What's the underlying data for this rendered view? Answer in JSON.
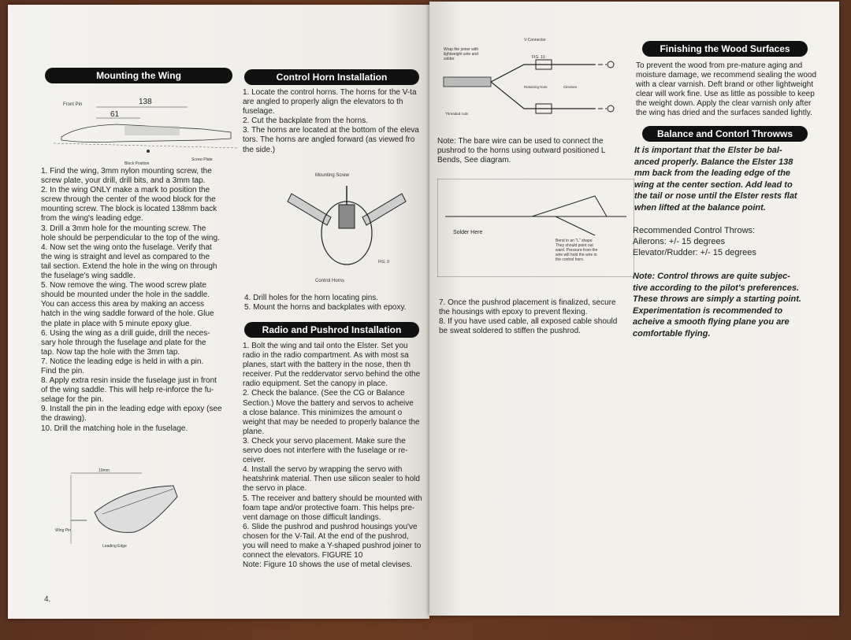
{
  "page_number": "4.",
  "left": {
    "mounting": {
      "heading": "Mounting the Wing",
      "fig_labels": {
        "front_pin": "Front Pin",
        "dim_138": "138",
        "dim_61": "61",
        "block_position": "Block Position",
        "screw_plate": "Screw Plate"
      },
      "text": "1. Find the wing, 3mm nylon mounting screw, the\nscrew plate, your drill, drill bits, and a 3mm tap.\n2. In the wing ONLY make a mark to position the\nscrew through the center of the wood block for the\nmounting screw. The block is located 138mm back\nfrom the wing's leading edge.\n3. Drill a 3mm hole for the mounting screw. The\nhole should be perpendicular to the top of the wing.\n4. Now set the wing onto the fuselage. Verify that\nthe wing is straight and level as compared to the\ntail section. Extend the hole in the wing on through\nthe fuselage's wing saddle.\n5. Now remove the wing. The wood screw plate\nshould be mounted under the hole in the saddle.\nYou can access this area by making an access\nhatch in the wing saddle forward of the hole. Glue\nthe plate in place with 5 minute epoxy glue.\n6. Using the wing as a drill guide, drill the neces-\nsary hole through the fuselage and plate for the\ntap. Now tap the hole with the 3mm tap.\n7. Notice the leading edge is held in with a pin.\nFind the pin.\n8. Apply extra resin inside the fuselage just in front\nof the wing saddle. This will help re-inforce the fu-\nselage for the pin.\n9. Install the pin in the leading edge with epoxy (see\nthe drawing).\n10. Drill the matching hole in the fuselage.",
      "fig2_labels": {
        "dim": "10mm",
        "wing_pin": "Wing Pin",
        "leading_edge": "Leading Edge"
      }
    },
    "control_horn": {
      "heading": "Control Horn Installation",
      "text": "1. Locate the control horns. The horns for the V-ta\nare angled to properly align the elevators to th\nfuselage.\n2. Cut the backplate from the horns.\n3. The horns are located at the bottom of the eleva\ntors. The horns are angled forward (as viewed fro\nthe side.)",
      "fig_labels": {
        "mounting_screw": "Mounting Screw",
        "control_horns": "Control Horns",
        "fig": "FIG. 9"
      },
      "text2": "4. Drill holes for the horn locating pins.\n5. Mount the horns and backplates with epoxy."
    },
    "radio": {
      "heading": "Radio and Pushrod Installation",
      "text": "1. Bolt the wing and tail onto the Elster. Set you\nradio in the radio compartment. As with most sa\nplanes, start with the battery in the nose, then th\nreceiver. Put the reddervator servo behind the othe\nradio equipment. Set the canopy in place.\n2. Check the balance. (See the CG or Balance\nSection.) Move the battery and servos to acheive\na close balance. This minimizes the amount o\nweight that may be needed to properly balance the\nplane.\n3. Check your servo placement. Make sure the\nservo does not interfere with the fuselage or re-\nceiver.\n4. Install the servo by wrapping the servo with\nheatshrink material. Then use silicon sealer to hold\nthe servo in place.\n5. The receiver and battery should be mounted with\nfoam tape and/or protective foam. This helps pre-\nvent damage on those difficult landings.\n6. Slide the pushrod and pushrod housings you've\nchosen for the V-Tail. At the end of the pushrod,\nyou will need to make a Y-shaped pushrod joiner to\nconnect the elevators. FIGURE 10\nNote: Figure 10 shows the use of metal clevises."
    }
  },
  "right": {
    "fig10_labels": {
      "v_connector": "V-Connector",
      "wrap": "Wrap the joiner with\nlightweight wire and\nsolder",
      "fig": "FIG. 10",
      "retaining_nuts": "Retaining Nuts",
      "clevises": "Clevises",
      "threaded_rods": "Threaded rods"
    },
    "note1": "Note: The bare wire can be used to connect the\npushrod to the horns using outward positioned L\nBends, See diagram.",
    "fig11_labels": {
      "solder_here": "Solder Here",
      "bend": "Bend in an \"L\" shape\nThey should point out\nward. Pressure from the\nwire will hold the wire in\nthe control horn."
    },
    "note2": "7. Once the pushrod placement is finalized, secure\nthe housings with epoxy to prevent flexing.\n8. If you have used cable, all exposed cable should\nbe sweat soldered to stiffen the pushrod.",
    "finishing": {
      "heading": "Finishing the Wood Surfaces",
      "text": "To prevent the wood from pre-mature aging and\nmoisture damage, we recommend sealing the wood\nwith a clear varnish. Deft brand or other lightweight\nclear will work fine. Use as little as possible to keep\nthe weight down. Apply the clear varnish only after\nthe wing has dried and the surfaces sanded lightly."
    },
    "balance": {
      "heading": "Balance and Contorl Throwws",
      "text": "It is important that the Elster be bal-\nanced properly. Balance the Elster 138\nmm back from the leading edge of the\nwing at the center section. Add lead to\nthe tail or nose until the Elster rests flat\nwhen lifted at the balance point.",
      "throws": "Recommended Control Throws:\nAilerons: +/- 15 degrees\nElevator/Rudder: +/- 15 degrees",
      "note": "Note: Control throws are quite subjec-\ntive according to the pilot's preferences.\nThese throws are simply a starting point.\nExperimentation is recommended to\nacheive a smooth flying plane you are\ncomfortable flying."
    }
  }
}
